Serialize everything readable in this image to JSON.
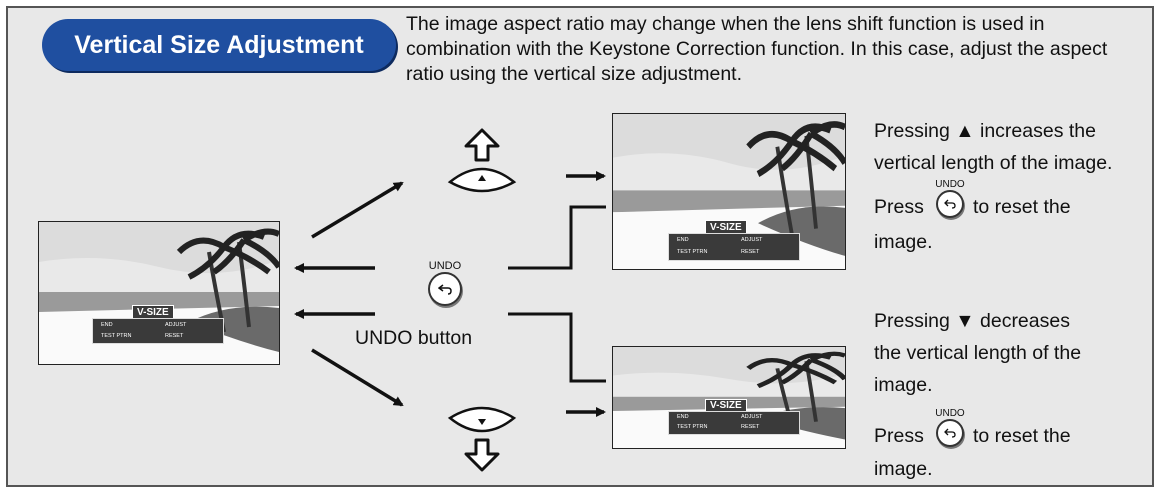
{
  "title": "Vertical Size Adjustment",
  "intro": "The image aspect ratio may change when the lens shift function is used in combination with the Keystone Correction function.  In this case, adjust the aspect ratio using the vertical size adjustment.",
  "osd": {
    "title": "V-SIZE",
    "end": "END",
    "adjust": "ADJUST",
    "test_ptrn": "TEST PTRN",
    "reset": "RESET"
  },
  "undo_label": "UNDO",
  "undo_button_caption": "UNDO button",
  "up_block": {
    "line1": "Pressing ▲ increases the",
    "line2": "vertical length of the image.",
    "press": "Press",
    "reset": "to reset the",
    "image": "image."
  },
  "down_block": {
    "line1": "Pressing ▼ decreases",
    "line2": "the vertical length of the",
    "line3": "image.",
    "press": "Press",
    "reset": "to reset the",
    "image": "image."
  },
  "colors": {
    "title_bg": "#1f4fa0",
    "panel_bg": "#e8e8e8"
  }
}
